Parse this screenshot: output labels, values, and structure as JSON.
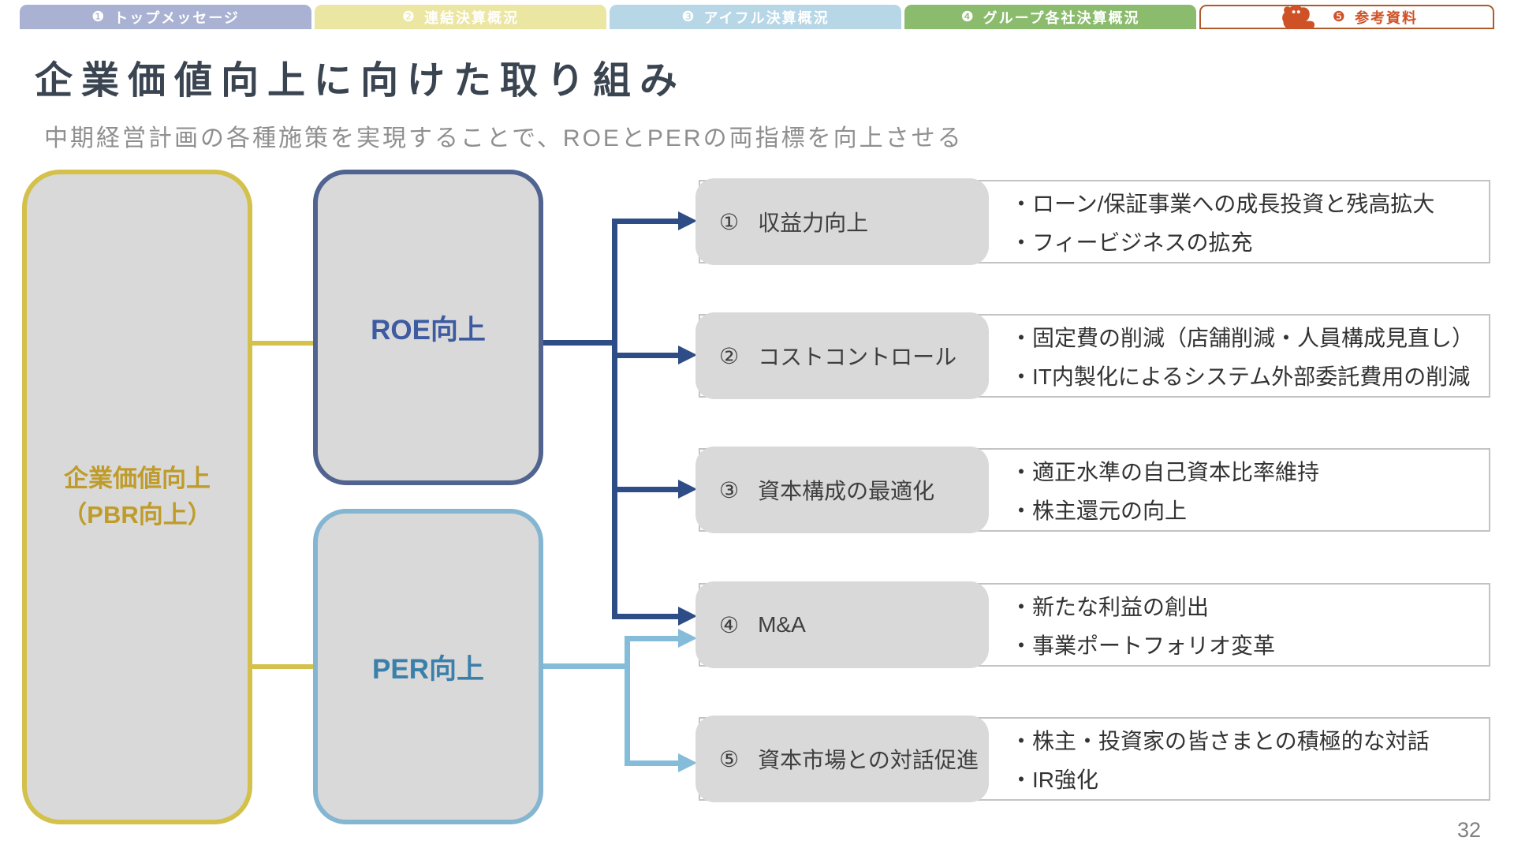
{
  "nav": {
    "tabs": [
      {
        "number": "❶",
        "label": "トップメッセージ",
        "color": "#a9b2d3"
      },
      {
        "number": "❷",
        "label": "連結決算概況",
        "color": "#ebe6a2"
      },
      {
        "number": "❸",
        "label": "アイフル決算概況",
        "color": "#b7d7e7"
      },
      {
        "number": "❹",
        "label": "グループ各社決算概況",
        "color": "#8bbc6e"
      },
      {
        "number": "❺",
        "label": "参考資料",
        "color": "#cf5226",
        "active": true,
        "icon": "mascot-dog-icon"
      }
    ]
  },
  "header": {
    "title": "企業価値向上に向けた取り組み",
    "subtitle": "中期経営計画の各種施策を実現することで、ROEとPERの両指標を向上させる"
  },
  "flow": {
    "root": {
      "label_line1": "企業価値向上",
      "label_line2": "（PBR向上）",
      "border_color": "#d3c14b",
      "text_color": "#bf9c2a"
    },
    "roe": {
      "label": "ROE向上",
      "border_color": "#50648f",
      "text_color": "#3d5ba1",
      "connector_color": "#2e4c86"
    },
    "per": {
      "label": "PER向上",
      "border_color": "#84b6d2",
      "text_color": "#3b80aa",
      "connector_color": "#84bcd9"
    },
    "rows": [
      {
        "number": "①",
        "label": "収益力向上",
        "bullets": [
          "・ローン/保証事業への成長投資と残高拡大",
          "・フィービジネスの拡充"
        ]
      },
      {
        "number": "②",
        "label": "コストコントロール",
        "bullets": [
          "・固定費の削減（店舗削減・人員構成見直し）",
          "・IT内製化によるシステム外部委託費用の削減"
        ]
      },
      {
        "number": "③",
        "label": "資本構成の最適化",
        "bullets": [
          "・適正水準の自己資本比率維持",
          "・株主還元の向上"
        ]
      },
      {
        "number": "④",
        "label": "M&A",
        "bullets": [
          "・新たな利益の創出",
          "・事業ポートフォリオ変革"
        ]
      },
      {
        "number": "⑤",
        "label": "資本市場との対話促進",
        "bullets": [
          "・株主・投資家の皆さまとの積極的な対話",
          "・IR強化"
        ]
      }
    ]
  },
  "footer": {
    "page_number": "32"
  }
}
